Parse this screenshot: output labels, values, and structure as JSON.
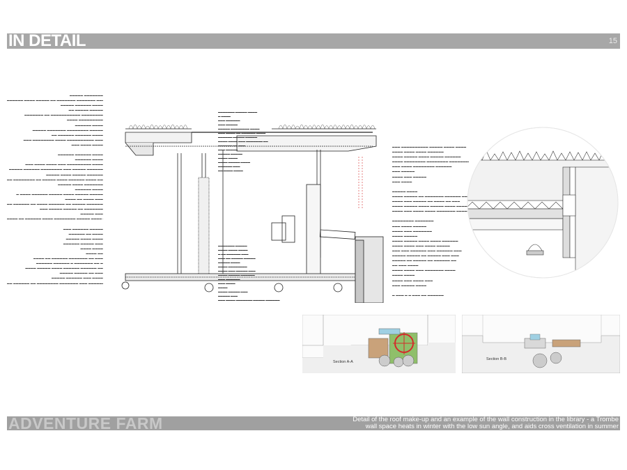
{
  "header": {
    "title": "IN DETAIL",
    "page_number": "15"
  },
  "footer": {
    "brand": "ADVENTURE FARM",
    "caption_line1": "Detail of the roof make-up and an example of the wall construction in the library - a Trombe",
    "caption_line2": "wall space heats in winter with the low  sun angle, and aids cross ventilation in summer"
  },
  "sections": {
    "a": "Section A-A",
    "b": "Section B-B"
  },
  "colors": {
    "band": "#a7a7a7",
    "footer_band": "#a0a0a0",
    "highlight": "#d42a2a",
    "wood": "#c9a27a",
    "green": "#8fbf6a"
  }
}
